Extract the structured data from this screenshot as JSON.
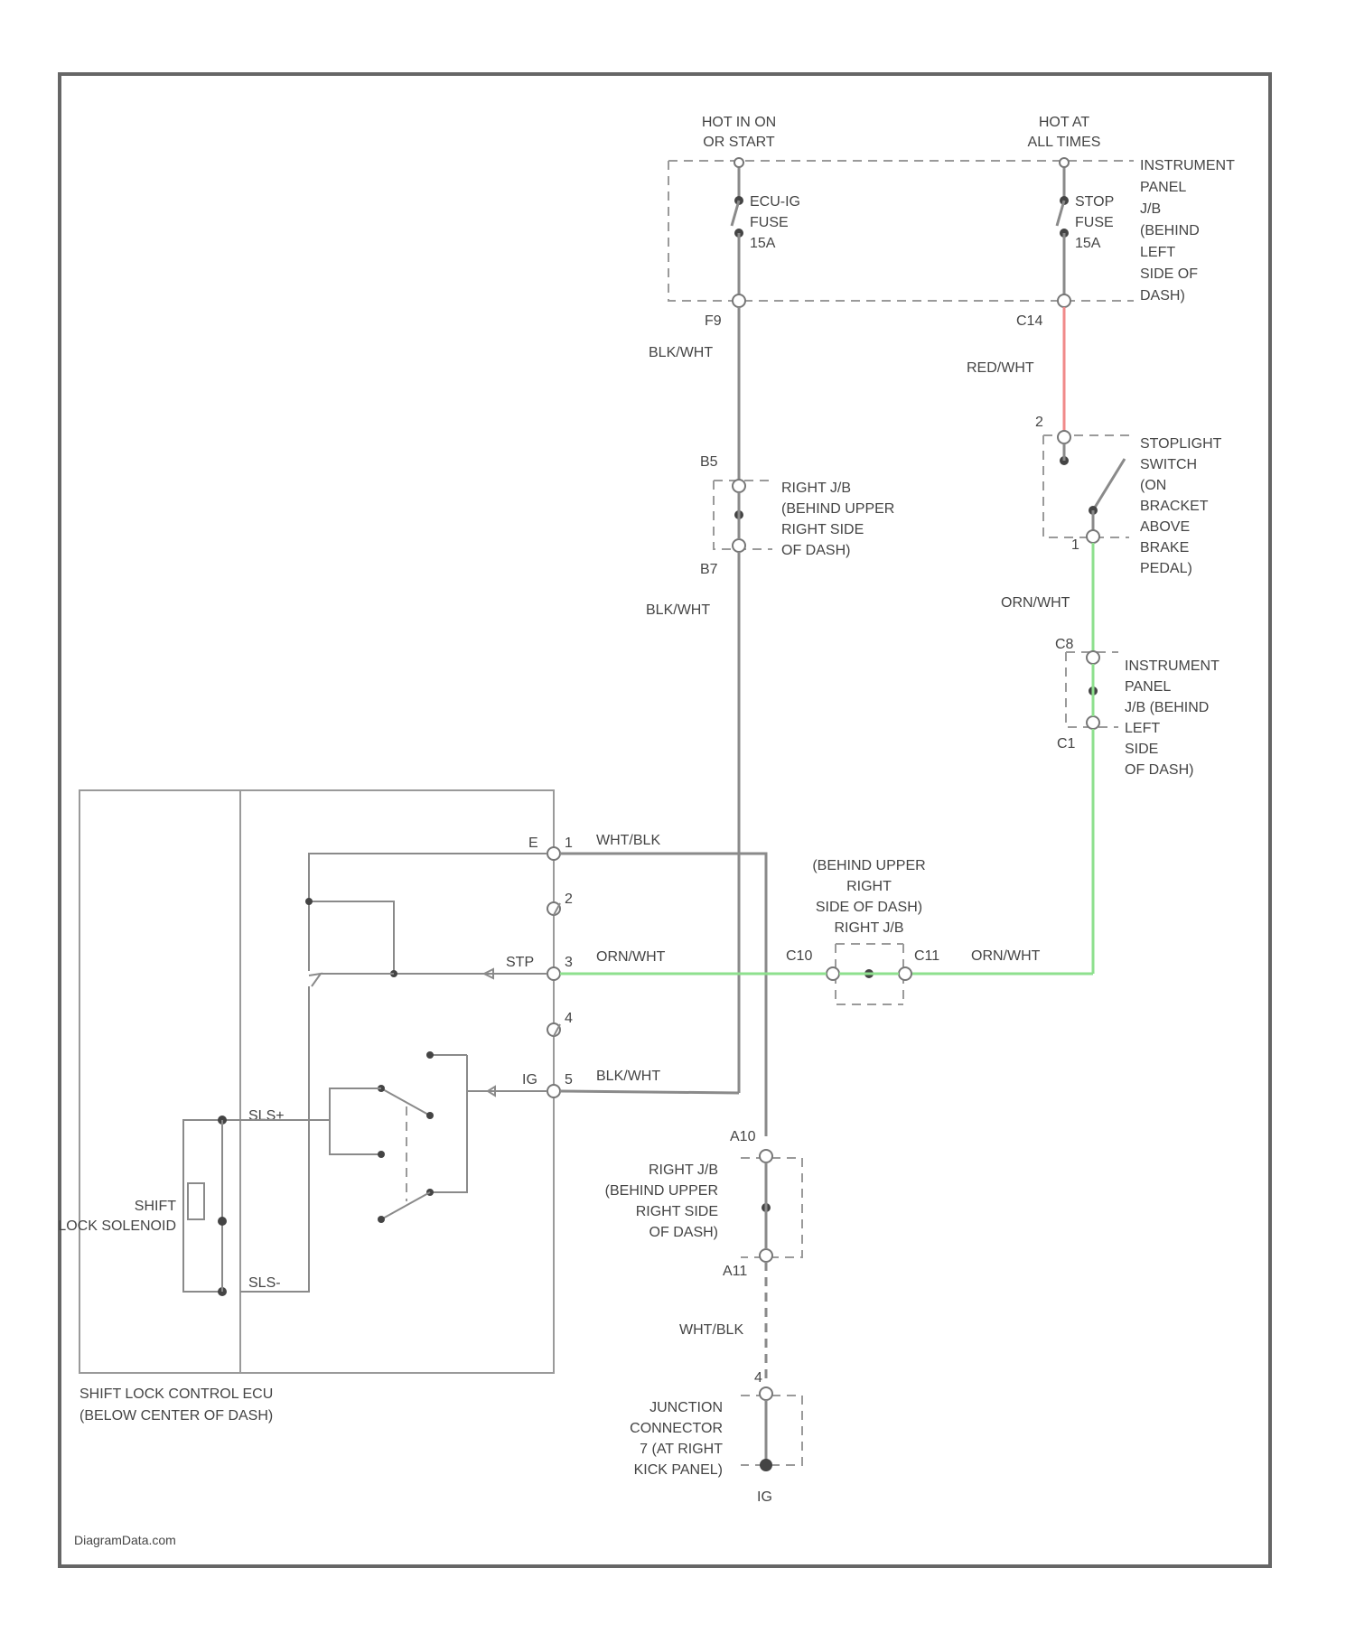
{
  "power": {
    "hot_run_l1": "HOT IN ON",
    "hot_run_l2": "OR START",
    "hot_always_l1": "HOT AT",
    "hot_always_l2": "ALL TIMES",
    "ign_fuse_l1": "ECU-IG",
    "ign_fuse_l2": "FUSE",
    "ign_fuse_l3": "15A",
    "stop_fuse_l1": "STOP",
    "stop_fuse_l2": "FUSE",
    "stop_fuse_l3": "15A",
    "ipjb_l1": "INSTRUMENT",
    "ipjb_l2": "PANEL",
    "ipjb_l3": "J/B",
    "ipjb_l4": "(BEHIND",
    "ipjb_l5": "LEFT",
    "ipjb_l6": "SIDE OF",
    "ipjb_l7": "DASH)",
    "conn_f9": "F9",
    "conn_c14": "C14"
  },
  "wires": {
    "blk_wht_1": "BLK/WHT",
    "red_wht": "RED/WHT",
    "blk_wht_2": "BLK/WHT",
    "orn_wht_1": "ORN/WHT",
    "wht_blk_1": "WHT/BLK",
    "orn_wht_2": "ORN/WHT",
    "orn_wht_3": "ORN/WHT",
    "blk_wht_3": "BLK/WHT",
    "wht_blk_2": "WHT/BLK"
  },
  "rjb_upper": {
    "conn_top": "B5",
    "conn_bot": "B7",
    "l1": "RIGHT J/B",
    "l2": "(BEHIND UPPER",
    "l3": "RIGHT SIDE",
    "l4": "OF DASH)"
  },
  "stoplight": {
    "pin_top": "2",
    "pin_bot": "1",
    "l1": "STOPLIGHT",
    "l2": "SWITCH",
    "l3": "(ON",
    "l4": "BRACKET",
    "l5": "ABOVE",
    "l6": "BRAKE",
    "l7": "PEDAL)"
  },
  "ipjb2": {
    "conn_top": "C8",
    "conn_bot": "C1",
    "l1": "INSTRUMENT",
    "l2": "PANEL",
    "l3": "J/B (BEHIND",
    "l4": "LEFT",
    "l5": "SIDE",
    "l6": "OF DASH)"
  },
  "rjb_mid": {
    "l1": "(BEHIND UPPER",
    "l2": "RIGHT",
    "l3": "SIDE OF DASH)",
    "l4": "RIGHT J/B",
    "conn_left": "C10",
    "conn_right": "C11"
  },
  "ecu": {
    "term_e": "E",
    "pin_1": "1",
    "pin_2": "2",
    "term_stp": "STP",
    "pin_3": "3",
    "pin_4": "4",
    "term_ig": "IG",
    "pin_5": "5",
    "term_slp": "SLS+",
    "term_sln": "SLS-",
    "solenoid_l1": "SHIFT",
    "solenoid_l2": "LOCK SOLENOID",
    "l1": "SHIFT LOCK CONTROL ECU",
    "l2": "(BELOW CENTER OF DASH)"
  },
  "rjb_lower": {
    "conn_top": "A10",
    "conn_bot": "A11",
    "l1": "RIGHT J/B",
    "l2": "(BEHIND UPPER",
    "l3": "RIGHT SIDE",
    "l4": "OF DASH)"
  },
  "junction": {
    "pin": "4",
    "l1": "JUNCTION",
    "l2": "CONNECTOR",
    "l3": "7 (AT RIGHT",
    "l4": "KICK PANEL)",
    "ground": "IG"
  },
  "watermark": "DiagramData.com",
  "colors": {
    "frame": "#666666",
    "wire": "#8a8a8a",
    "red_wire": "#f08a8a",
    "green_wire": "#8ee08e"
  }
}
